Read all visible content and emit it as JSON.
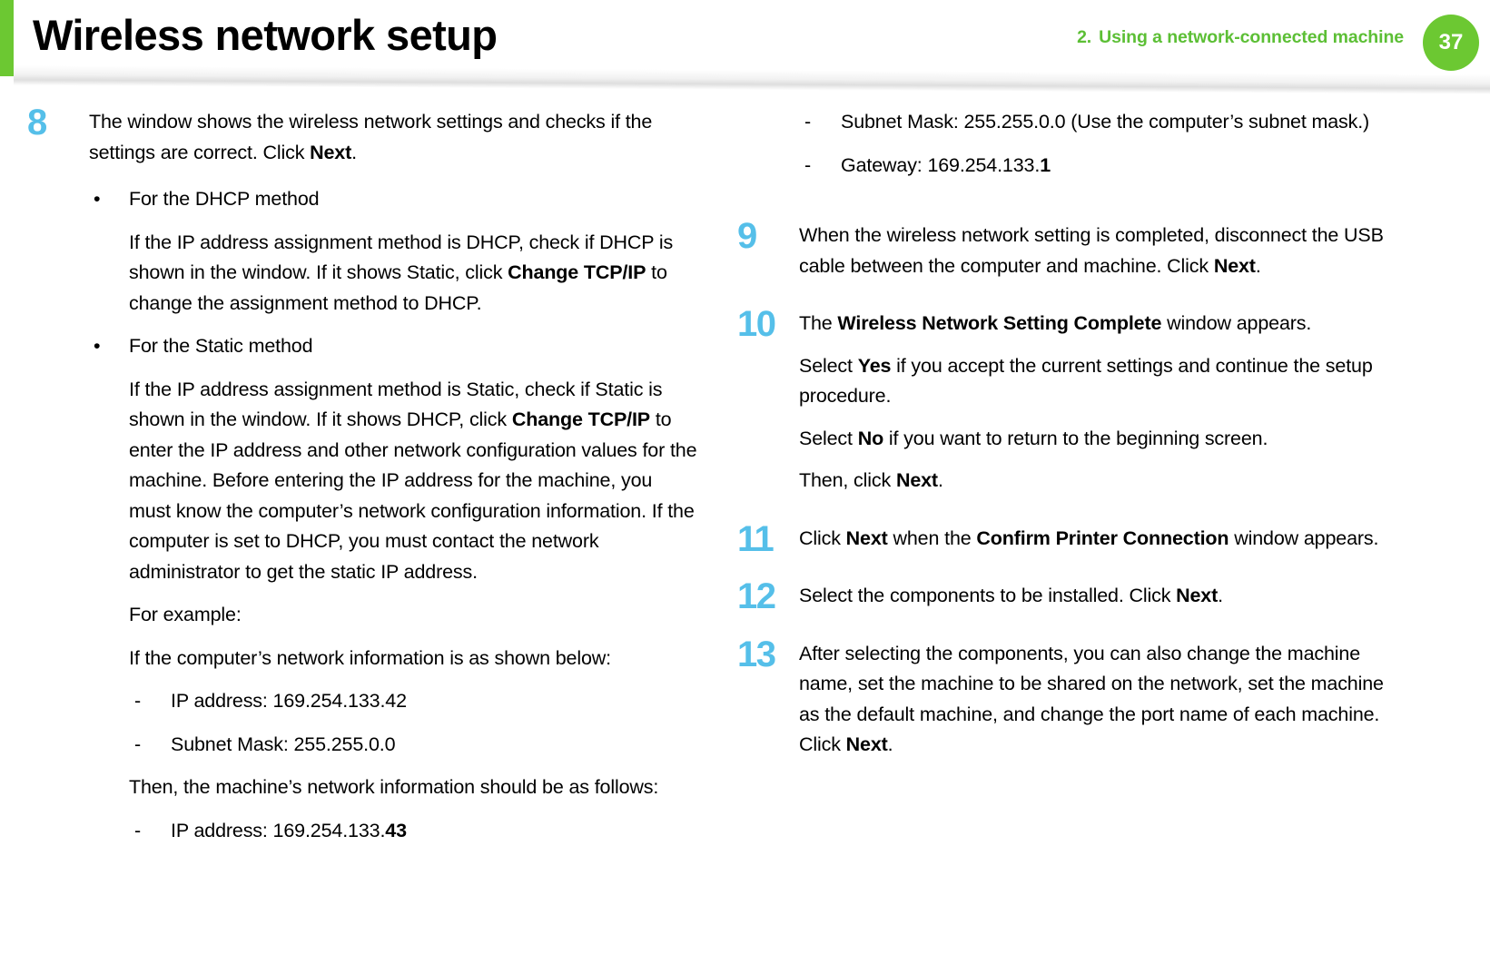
{
  "header": {
    "title": "Wireless network setup",
    "chapter_number": "2.",
    "chapter_title": "Using a network-connected machine",
    "page_number": "37",
    "accent_green": "#6cc832",
    "accent_blue": "#55bfe9"
  },
  "left_column": {
    "step8": {
      "number": "8",
      "intro_before": "The window shows the wireless network settings and checks if the settings are correct. Click ",
      "intro_bold": "Next",
      "intro_after": ".",
      "bullets": [
        {
          "marker": "•",
          "head": "For the DHCP method",
          "body_before": "If the IP address assignment method is DHCP, check if DHCP is shown in the window. If it shows Static, click ",
          "body_bold": "Change TCP/IP",
          "body_after": " to change the assignment method to DHCP."
        },
        {
          "marker": "•",
          "head": "For the Static method",
          "body_before": "If the IP address assignment method is Static, check if Static is shown in the window. If it shows DHCP, click ",
          "body_bold": "Change TCP/IP",
          "body_after": " to enter the IP address and other network configuration values for the machine. Before entering the IP address for the machine, you must know the computer’s network configuration information. If the computer is set to DHCP, you must contact the network administrator to get the static IP address.",
          "for_example": "For example:",
          "computer_intro": "If the computer’s network information is as shown below:",
          "computer_values": [
            {
              "marker": "-",
              "text": "IP address: 169.254.133.42",
              "bold_tail": ""
            },
            {
              "marker": "-",
              "text": "Subnet Mask: 255.255.0.0",
              "bold_tail": ""
            }
          ],
          "machine_intro": "Then, the machine’s network information should be as follows:",
          "machine_values": [
            {
              "marker": "-",
              "text": "IP address: 169.254.133.",
              "bold_tail": "43"
            }
          ]
        }
      ]
    }
  },
  "right_column": {
    "continued_values": [
      {
        "marker": "-",
        "text": "Subnet Mask: 255.255.0.0 (Use the computer’s subnet mask.)",
        "bold_tail": ""
      },
      {
        "marker": "-",
        "text": "Gateway: 169.254.133.",
        "bold_tail": "1"
      }
    ],
    "steps": [
      {
        "number": "9",
        "paras": [
          {
            "before": "When the wireless network setting is completed, disconnect the USB cable between the computer and machine. Click ",
            "bold": "Next",
            "after": "."
          }
        ]
      },
      {
        "number": "10",
        "paras": [
          {
            "before": "The ",
            "bold": "Wireless Network Setting Complete",
            "after": " window appears."
          },
          {
            "before": "Select ",
            "bold": "Yes",
            "after": " if you accept the current settings and continue the setup procedure."
          },
          {
            "before": "Select ",
            "bold": "No",
            "after": " if you want to return to the beginning screen."
          },
          {
            "before": "Then, click ",
            "bold": "Next",
            "after": "."
          }
        ]
      },
      {
        "number": "11",
        "paras": [
          {
            "before": "Click ",
            "bold": "Next",
            "after": " when the ",
            "bold2": "Confirm Printer Connection",
            "after2": " window appears."
          }
        ]
      },
      {
        "number": "12",
        "paras": [
          {
            "before": "Select the components to be installed. Click ",
            "bold": "Next",
            "after": "."
          }
        ]
      },
      {
        "number": "13",
        "paras": [
          {
            "before": "After selecting the components, you can also change the machine name, set the machine to be shared on the network, set the machine as the default machine, and change the port name of each machine. Click ",
            "bold": "Next",
            "after": "."
          }
        ]
      }
    ]
  }
}
